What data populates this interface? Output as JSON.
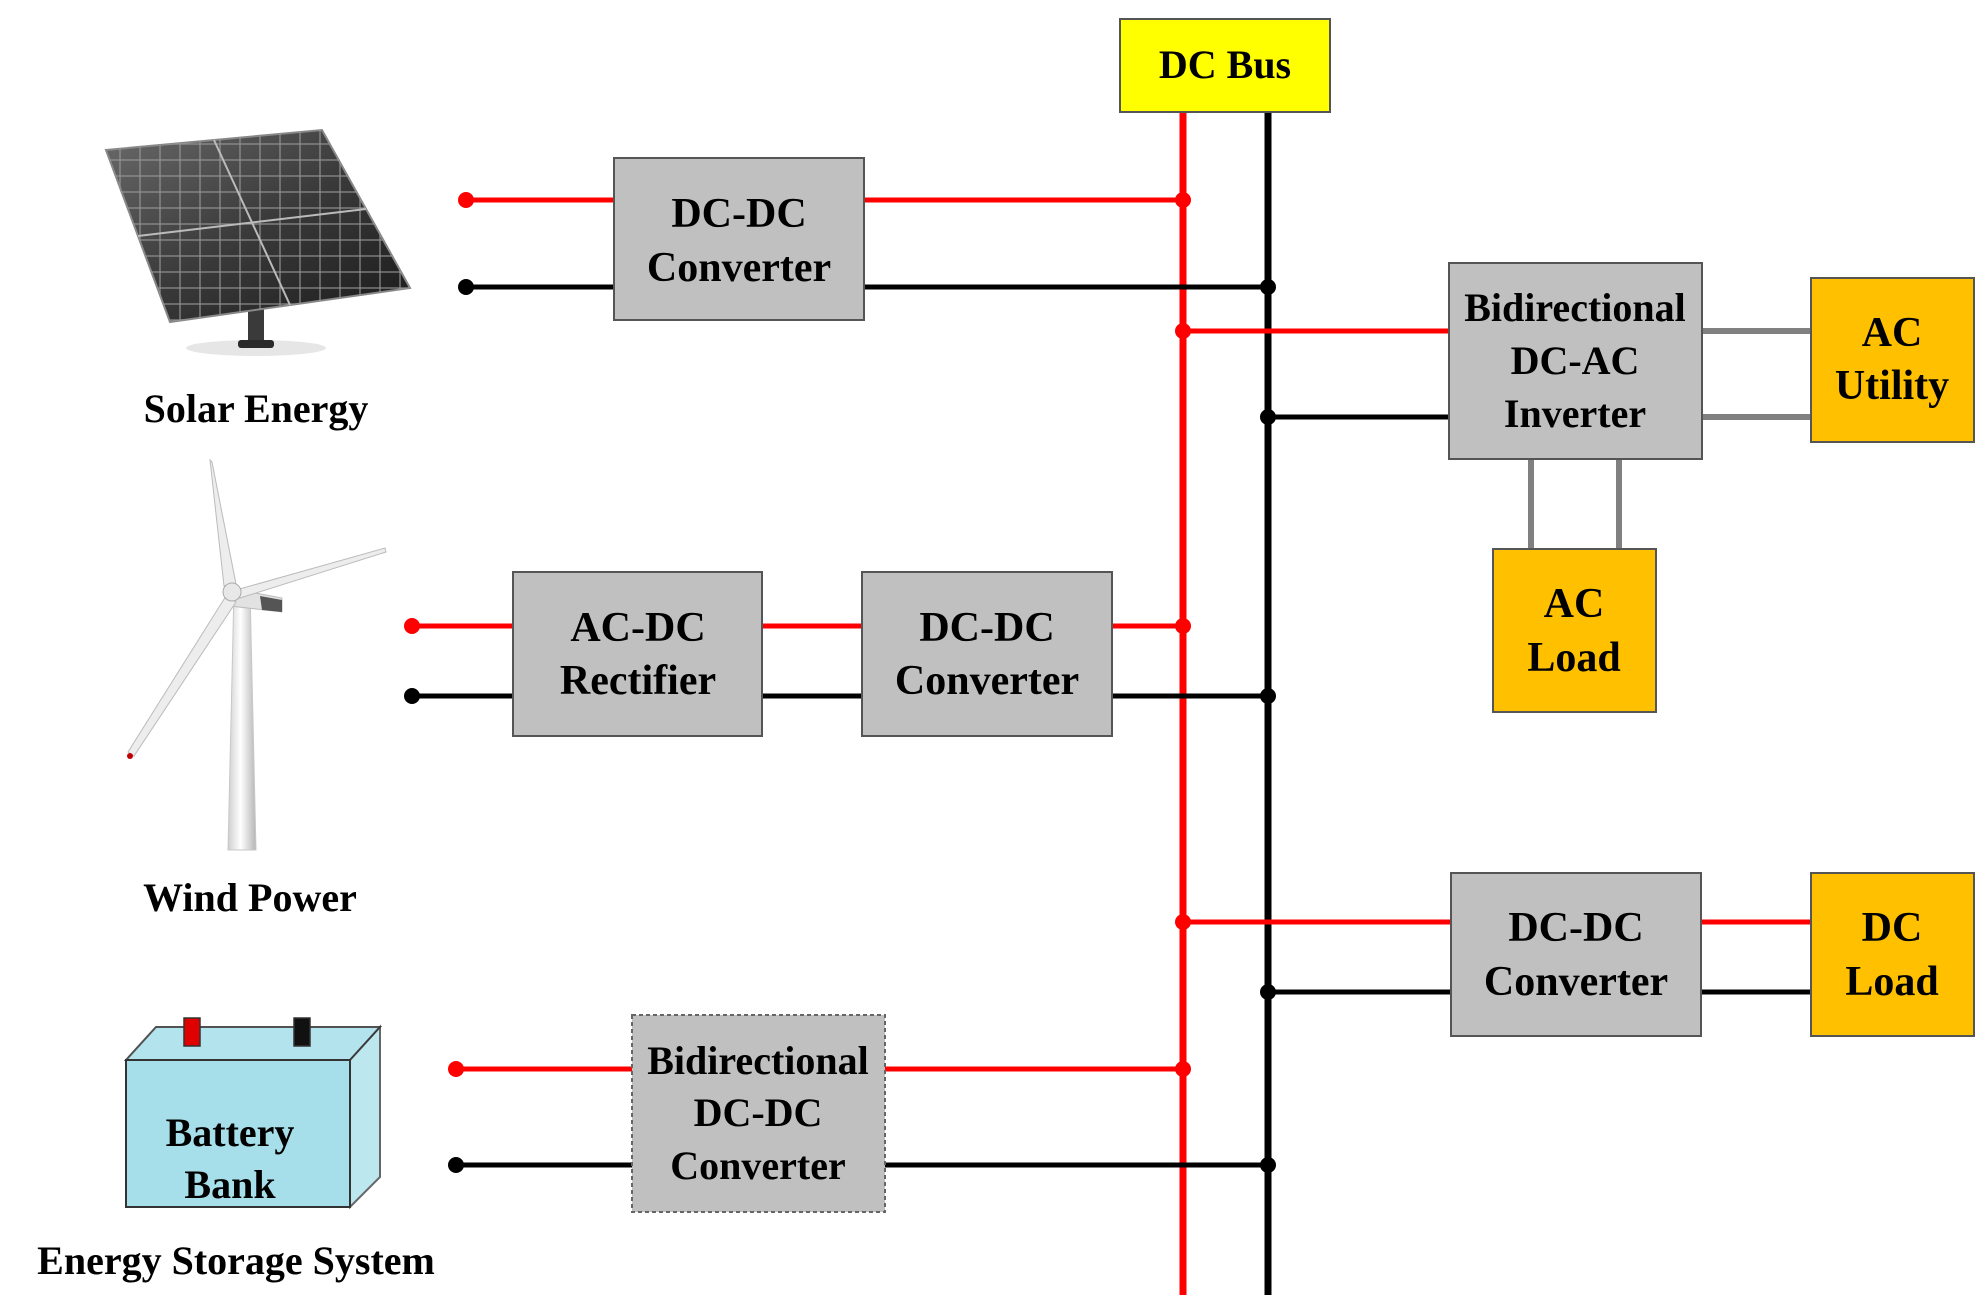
{
  "bus_label": "DC Bus",
  "sources": {
    "solar": "Solar Energy",
    "wind": "Wind Power",
    "storage": "Energy Storage System",
    "battery": [
      "Battery",
      "Bank"
    ]
  },
  "blocks": {
    "solar_converter": [
      "DC-DC",
      "Converter"
    ],
    "wind_rectifier": [
      "AC-DC",
      "Rectifier"
    ],
    "wind_converter": [
      "DC-DC",
      "Converter"
    ],
    "battery_converter": [
      "Bidirectional",
      "DC-DC",
      "Converter"
    ],
    "inverter": [
      "Bidirectional",
      "DC-AC",
      "Inverter"
    ],
    "dc_load_converter": [
      "DC-DC",
      "Converter"
    ],
    "ac_utility": [
      "AC",
      "Utility"
    ],
    "ac_load": [
      "AC",
      "Load"
    ],
    "dc_load": [
      "DC",
      "Load"
    ]
  },
  "colors": {
    "positive": "#ff0000",
    "negative": "#000000",
    "ac_line": "#808080",
    "converter_fill": "#c0c0c0",
    "load_fill": "#ffc000",
    "bus_fill": "#ffff00",
    "battery_fill": "#a6dfea"
  }
}
